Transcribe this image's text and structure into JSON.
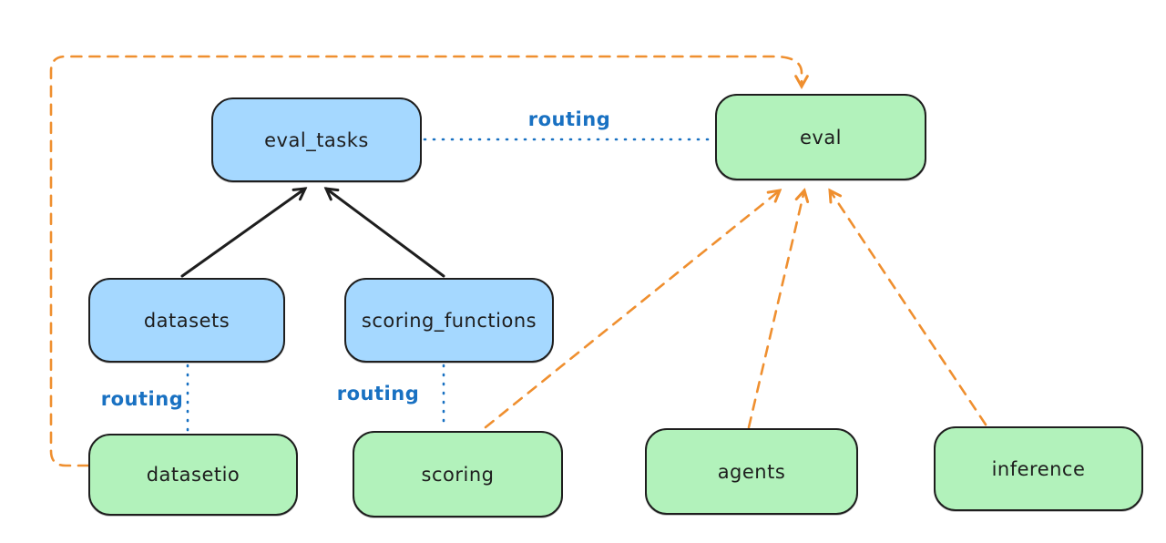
{
  "diagram": {
    "type": "architecture-graph",
    "background": "#ffffff",
    "colors": {
      "node_stroke": "#1e1e1e",
      "blue_node_fill": "#a5d8ff",
      "green_node_fill": "#b2f2bb",
      "routing_label_text": "#1971c2",
      "dotted_line": "#1971c2",
      "dashed_line": "#ef8f2f",
      "solid_arrow": "#1e1e1e"
    },
    "nodes": [
      {
        "id": "eval_tasks",
        "label": "eval_tasks",
        "fill": "blue"
      },
      {
        "id": "eval",
        "label": "eval",
        "fill": "green"
      },
      {
        "id": "datasets",
        "label": "datasets",
        "fill": "blue"
      },
      {
        "id": "scoring_functions",
        "label": "scoring_functions",
        "fill": "blue"
      },
      {
        "id": "datasetio",
        "label": "datasetio",
        "fill": "green"
      },
      {
        "id": "scoring",
        "label": "scoring",
        "fill": "green"
      },
      {
        "id": "agents",
        "label": "agents",
        "fill": "green"
      },
      {
        "id": "inference",
        "label": "inference",
        "fill": "green"
      }
    ],
    "edges": [
      {
        "from": "datasets",
        "to": "eval_tasks",
        "style": "solid",
        "color": "black",
        "arrowhead": true
      },
      {
        "from": "scoring_functions",
        "to": "eval_tasks",
        "style": "solid",
        "color": "black",
        "arrowhead": true
      },
      {
        "from": "eval_tasks",
        "to": "eval",
        "style": "dotted",
        "color": "blue",
        "arrowhead": false,
        "label": "routing"
      },
      {
        "from": "datasets",
        "to": "datasetio",
        "style": "dotted",
        "color": "blue",
        "arrowhead": false,
        "label": "routing"
      },
      {
        "from": "scoring_functions",
        "to": "scoring",
        "style": "dotted",
        "color": "blue",
        "arrowhead": false,
        "label": "routing"
      },
      {
        "from": "datasetio",
        "to": "eval",
        "style": "dashed",
        "color": "orange",
        "arrowhead": true
      },
      {
        "from": "scoring",
        "to": "eval",
        "style": "dashed",
        "color": "orange",
        "arrowhead": true
      },
      {
        "from": "agents",
        "to": "eval",
        "style": "dashed",
        "color": "orange",
        "arrowhead": true
      },
      {
        "from": "inference",
        "to": "eval",
        "style": "dashed",
        "color": "orange",
        "arrowhead": true
      }
    ]
  }
}
